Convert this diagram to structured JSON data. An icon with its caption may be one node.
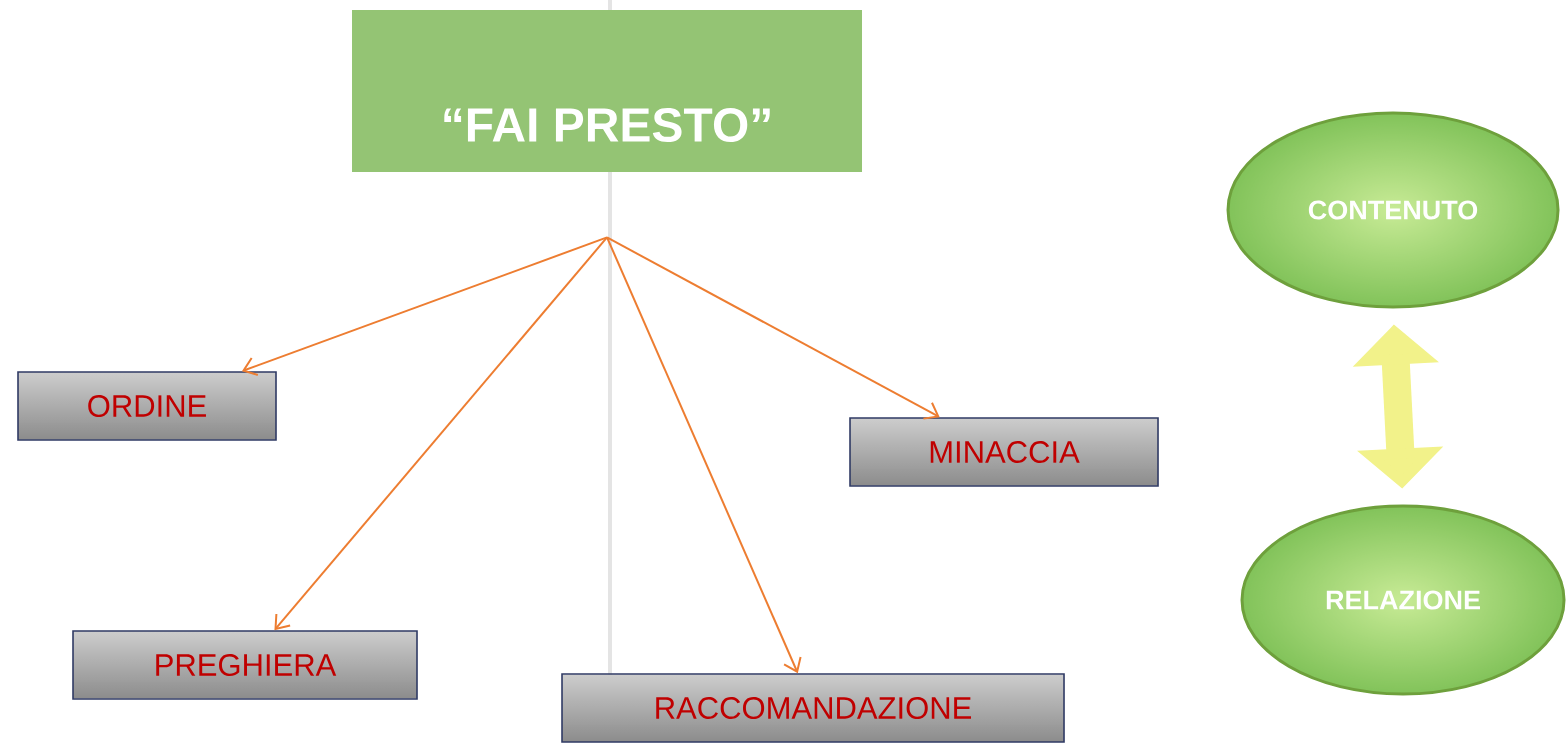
{
  "diagram": {
    "nodes": [
      {
        "text": [
          "“FAI PRESTO”"
        ]
      },
      {
        "text": [
          "ORDINE"
        ]
      },
      {
        "text": [
          "PREGHIERA"
        ]
      },
      {
        "text": [
          "MINACCIA"
        ]
      },
      {
        "text": [
          "RACCOMANDAZIONE"
        ]
      },
      {
        "text": [
          "CONTENUTO"
        ]
      },
      {
        "text": [
          "RELAZIONE"
        ]
      }
    ],
    "edges": [
      {
        "from": 0,
        "to": 1,
        "arrow": "to"
      },
      {
        "from": 0,
        "to": 2,
        "arrow": "to"
      },
      {
        "from": 0,
        "to": 4,
        "arrow": "to"
      },
      {
        "from": 0,
        "to": 3,
        "arrow": "to"
      },
      {
        "from": 5,
        "to": 6,
        "arrow": "both",
        "style": "thick",
        "color": "#f2f28a"
      }
    ]
  }
}
